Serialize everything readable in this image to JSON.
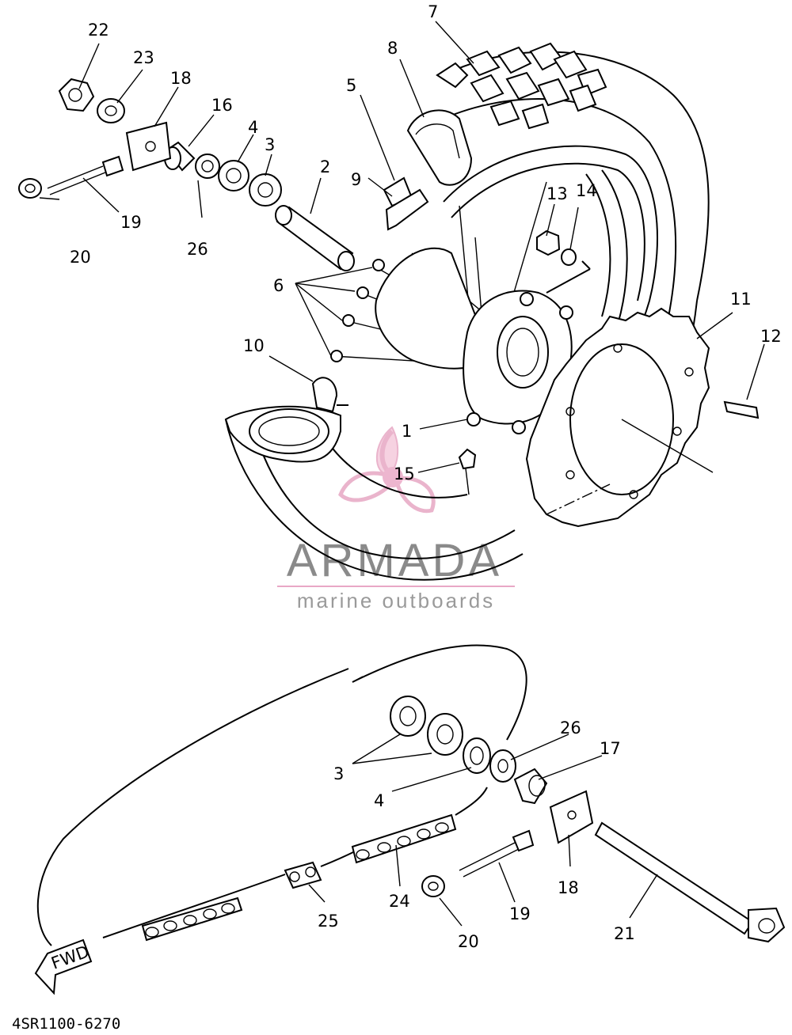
{
  "diagram": {
    "code": "4SR1100-6270",
    "watermark": {
      "title": "ARMADA",
      "subtitle": "marine outboards"
    },
    "arrow_label": "FWD",
    "labels": {
      "l22": "22",
      "l23": "23",
      "l18a": "18",
      "l16": "16",
      "l4a": "4",
      "l3a": "3",
      "l2": "2",
      "l8": "8",
      "l7": "7",
      "l5": "5",
      "l9": "9",
      "l19a": "19",
      "l20a": "20",
      "l26a": "26",
      "l6": "6",
      "l13": "13",
      "l14": "14",
      "l11": "11",
      "l12": "12",
      "l10": "10",
      "l1": "1",
      "l15": "15",
      "l26b": "26",
      "l17": "17",
      "l3b": "3",
      "l4b": "4",
      "l18b": "18",
      "l19b": "19",
      "l24": "24",
      "l25": "25",
      "l20b": "20",
      "l21": "21"
    }
  }
}
